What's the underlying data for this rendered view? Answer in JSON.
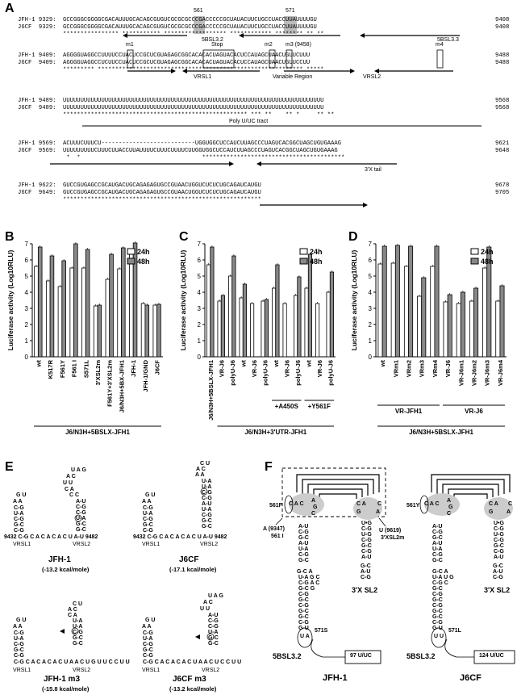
{
  "panels": {
    "a": "A",
    "b": "B",
    "c": "C",
    "d": "D",
    "e": "E",
    "f": "F"
  },
  "seq": {
    "rows": [
      {
        "l1": "JFH-1 9329:",
        "s1": "GCCGGGCGGGGCGACAUUUGCACAGCGUGUCGCGCGCCCGACCCCCGCUAUACUUCUGCCUACCUUAUUUUGU",
        "e1": "9408",
        "l2": "J6CF  9329:",
        "s2": "GCCGGGCGGGGCGACAUUUGCACAGCGUGUCGCGCGCCCGACCCCCGCUAUACUUCUGCCUACCUUAUUUUGU",
        "e2": "9408",
        "stars": "**************** *********** ****************** ************ ******** ** **"
      },
      {
        "l1": "JFH-1 9409:",
        "s1": "AGGGGUAGGCCUUUUCCUACUCCGCUCGUAGAGCGGCACACACUAGUACACUCCAUAGCUAACUGUUCUUU",
        "e1": "9488",
        "l2": "J6CF  9409:",
        "s2": "AGGGGUAGGCCUCUUCCUACUCCGCUCGUAGAGCGGCACACACUAGUACACUCCAUAGCUAACUGUUCCUU",
        "e2": "9488",
        "stars": "********* *********************************************************** *****"
      },
      {
        "l1": "JFH-1 9489:",
        "s1": "UUUUUUUUUUUUUUUUUUUUUUUUUUUUUUUUUUUUUUUUUUUUUUUUUUUUUUUUUUUUUUUUUUUUUUUUUUU",
        "e1": "9568",
        "l2": "J6CF  9489:",
        "s2": "UUUUUUUUUUUUUUUUUUUUUUUUUUUUUUUUUUUUUUUUUUUUUUUUUUUUUUUUUUUUUUUUUUUUUUUUUUU",
        "e2": "9568",
        "stars": "***************************************************** *** **    ** *     ** **"
      },
      {
        "l1": "JFH-1 9569:",
        "s1": "ACUUUCUUUCU---------------------------UGGUGGCUCCAUCUUAGCCCUAGUCACGGCUAGCUGUGAAAG",
        "e1": "9621",
        "l2": "J6CF  9569:",
        "s2": "UUUUUUUUUCUUUCUUACCUUAUUUUCUUUCUUUUCUUGGUGGCUCCAUCUUAGCCCUAGUCACGGCUAGCUGUGAAAG",
        "e2": "9648",
        "stars": " *  *                                   *****************************************"
      },
      {
        "l1": "JFH-1 9622:",
        "s1": "GUCCGUGAGCCGCAUGACUGCAGAGAGUGCCGUAACUGGUCUCUCUGCAGAUCAUGU",
        "e1": "9678",
        "l2": "J6CF  9649:",
        "s2": "GUCCGUGAGCCGCAUGACUGCAGAGAGUGCCGUAACUGGUCUCUCUGCAGAUCAUGU",
        "e2": "9705",
        "stars": "*********************************************************"
      }
    ],
    "annotations": {
      "n561": "561",
      "n571": "571",
      "sl32": "5BSL3.2",
      "sl33": "5BSL3.3",
      "m1": "m1",
      "stop": "Stop",
      "m2": "m2",
      "m3": "m3 (9458)",
      "m4": "m4",
      "vrsl1": "VRSL1",
      "variable": "Variable Region",
      "vrsl2": "VRSL2",
      "polyu": "Poly U/UC tract",
      "tail": "3'X tail"
    }
  },
  "chart_data": [
    {
      "type": "bar",
      "panel": "B",
      "ylabel": "Luciferase activity (Log10RLU)",
      "ylim": [
        0,
        7
      ],
      "legend": [
        "24h",
        "48h"
      ],
      "categories": [
        "wt",
        "K517R",
        "F561Y",
        "F561 I",
        "S571L",
        "3'XSL2m",
        "F561Y+3'XSL2m",
        "J6/N3H+5BX-JFH1",
        "JFH-1",
        "JFH-1/GND",
        "J6CF"
      ],
      "series": [
        {
          "name": "24h",
          "values": [
            5.6,
            4.7,
            4.35,
            5.5,
            5.5,
            3.15,
            4.8,
            5.45,
            6.35,
            3.3,
            3.2
          ]
        },
        {
          "name": "48h",
          "values": [
            6.8,
            6.25,
            5.95,
            7.0,
            6.65,
            3.2,
            6.35,
            6.75,
            7.05,
            3.2,
            3.25
          ]
        }
      ],
      "group_label": "J6/N3H+5BSLX-JFH1"
    },
    {
      "type": "bar",
      "panel": "C",
      "ylabel": "Luciferase activity (Log10RLU)",
      "ylim": [
        0,
        7
      ],
      "legend": [
        "24h",
        "48h"
      ],
      "categories": [
        "J6/N3H+5BSLX-JFH1",
        "VR-J6",
        "polyU-J6",
        "wt",
        "VR-J6",
        "polyU-J6",
        "wt",
        "VR-J6",
        "polyU-J6",
        "wt",
        "VR-J6",
        "polyU-J6"
      ],
      "series": [
        {
          "name": "24h",
          "values": [
            5.7,
            3.45,
            5.0,
            3.65,
            3.3,
            3.45,
            4.25,
            3.3,
            3.8,
            4.25,
            3.3,
            4.0
          ]
        },
        {
          "name": "48h",
          "values": [
            6.8,
            3.8,
            6.25,
            4.5,
            null,
            3.55,
            5.7,
            null,
            4.95,
            6.35,
            null,
            5.25
          ]
        }
      ],
      "group_labels": [
        "+A450S",
        "+Y561F",
        "J6/N3H+3'UTR-JFH1"
      ]
    },
    {
      "type": "bar",
      "panel": "D",
      "ylabel": "Luciferase activity (Log10RLU)",
      "ylim": [
        0,
        7
      ],
      "legend": [
        "24h",
        "48h"
      ],
      "categories": [
        "wt",
        "VRm1",
        "VRm2",
        "VRm3",
        "VRm4",
        "VR-J6",
        "VR-J6m1",
        "VR-J6m2",
        "VR-J6m3",
        "VR-J6m4"
      ],
      "series": [
        {
          "name": "24h",
          "values": [
            5.75,
            5.8,
            5.6,
            3.75,
            5.6,
            3.4,
            3.3,
            3.45,
            5.5,
            3.45
          ]
        },
        {
          "name": "48h",
          "values": [
            6.85,
            6.9,
            6.85,
            4.9,
            6.85,
            3.85,
            4.0,
            4.25,
            6.8,
            4.4
          ]
        }
      ],
      "group_labels": [
        "VR-JFH1",
        "VR-J6",
        "J6/N3H+5BSLX-JFH1"
      ]
    }
  ],
  "panelE": {
    "jfh1": "JFH-1",
    "jfh1_e": "(-13.2 kcal/mole)",
    "j6cf": "J6CF",
    "j6cf_e": "(-17.1 kcal/mole)",
    "jfh1m3": "JFH-1 m3",
    "jfh1m3_e": "(-15.8 kcal/mole)",
    "j6cfm3": "J6CF m3",
    "j6cfm3_e": "(-13.2 kcal/mole)",
    "vrsl1": "VRSL1",
    "vrsl2": "VRSL2",
    "start": "9432",
    "end": "9482",
    "linker1": "CACACACU",
    "linker2": "CACACACU"
  },
  "panelF": {
    "jfh1": "JFH-1",
    "j6cf": "J6CF",
    "sl32": "5BSL3.2",
    "xsl2": "3'X SL2",
    "f561f": "561F",
    "f561y": "561Y",
    "s571s": "571S",
    "s571l": "571L",
    "a9347": "A (9347)",
    "i561": "561 I",
    "u9619": "U (9619)",
    "xsl2m": "3'XSL2m",
    "uuc97": "97 U/UC",
    "uuc124": "124 U/UC"
  }
}
